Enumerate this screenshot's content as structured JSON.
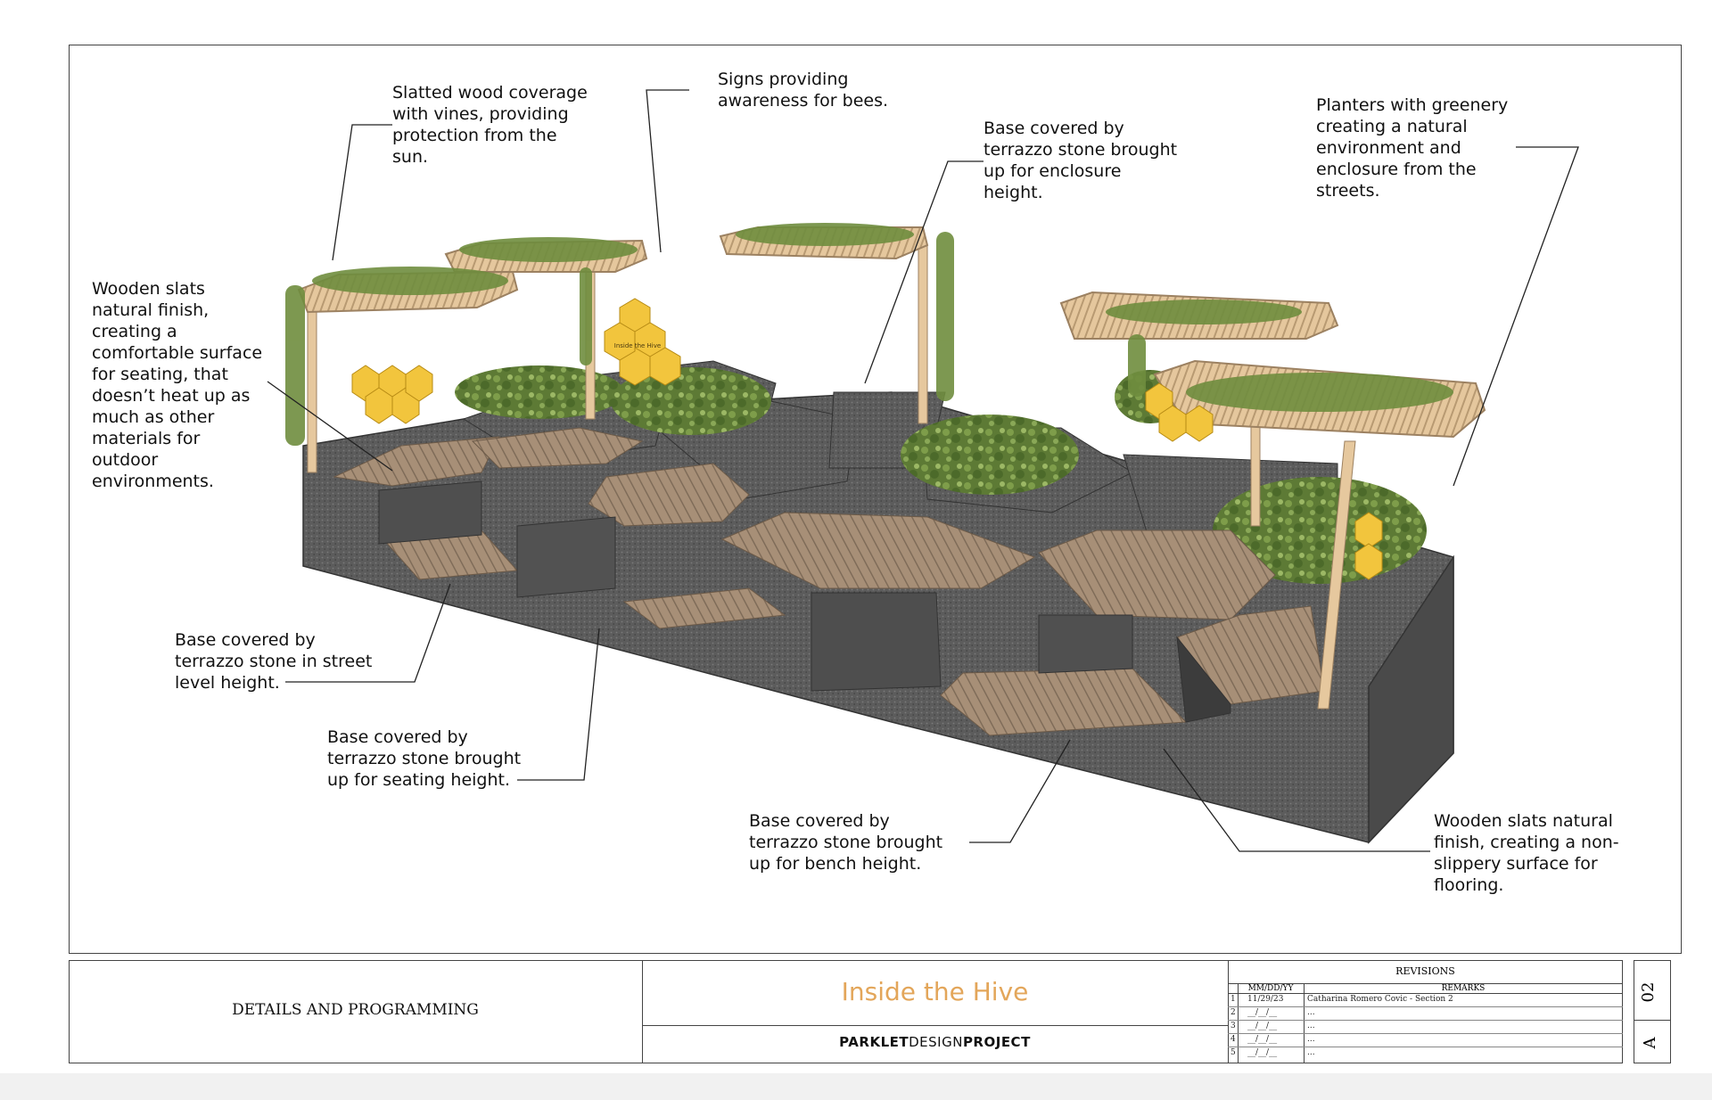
{
  "annotations": {
    "slatted_wood": "Slatted wood coverage\nwith vines, providing\nprotection from the\nsun.",
    "signs": "Signs providing\nawareness for bees.",
    "enclosure_base": "Base covered by\nterrazzo stone brought\nup for enclosure\nheight.",
    "planters": "Planters with greenery\ncreating a natural\nenvironment and\nenclosure from the\nstreets.",
    "wooden_slats_seating": "Wooden slats\nnatural finish,\ncreating a\ncomfortable surface\nfor seating, that\ndoesn’t heat up as\nmuch as other\nmaterials for\noutdoor\nenvironments.",
    "street_base": "Base covered by\nterrazzo stone in street\nlevel height.",
    "seating_base": "Base covered by\nterrazzo stone brought\nup for seating height.",
    "bench_base": "Base covered by\nterrazzo stone brought\nup for bench height.",
    "flooring": "Wooden slats natural\nfinish, creating a non-\nslippery surface for\nflooring."
  },
  "sign_text": "Inside the Hive",
  "title_block": {
    "sheet_title": "DETAILS AND PROGRAMMING",
    "project_name": "Inside the Hive",
    "brand_bold_1": "PARKLET",
    "brand_light": "DESIGN",
    "brand_bold_2": "PROJECT",
    "revisions_header": "REVISIONS",
    "col_date": "MM/DD/YY",
    "col_remarks": "REMARKS",
    "rows": [
      {
        "num": "1",
        "date": "11/29/23",
        "remark": "Catharina Romero Covic - Section 2"
      },
      {
        "num": "2",
        "date": "__/__/__",
        "remark": "..."
      },
      {
        "num": "3",
        "date": "__/__/__",
        "remark": "..."
      },
      {
        "num": "4",
        "date": "__/__/__",
        "remark": "..."
      },
      {
        "num": "5",
        "date": "__/__/__",
        "remark": "..."
      }
    ],
    "sheet_number": "02",
    "sheet_letter": "A"
  },
  "colors": {
    "title_accent": "#e3a65a",
    "terrazzo": "#5e5e5e",
    "wood": "#a88f76",
    "frame_wood": "#e7c9a0",
    "honeycomb": "#f2c53d",
    "greenery": "#6e8a3e"
  }
}
